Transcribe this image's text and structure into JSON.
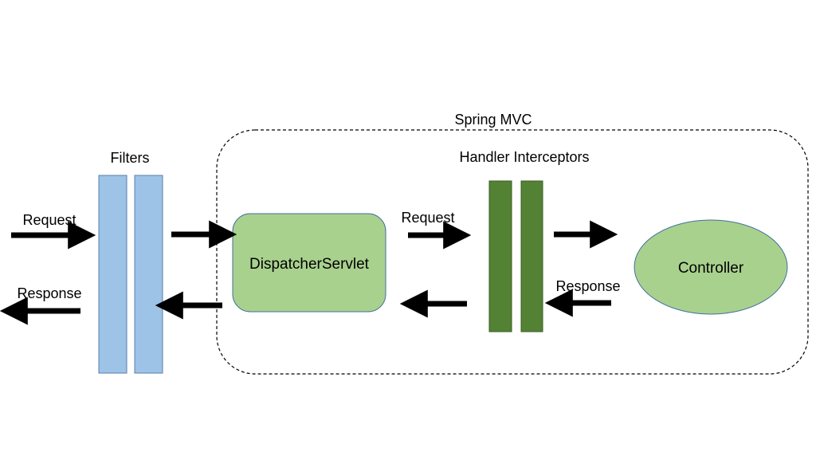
{
  "colors": {
    "filter_fill": "#9dc3e6",
    "filter_stroke": "#5b7fa8",
    "interceptor_fill": "#548235",
    "interceptor_stroke": "#3a5c23",
    "node_fill": "#a9d18e",
    "node_stroke": "#41719c",
    "arrow": "#000000",
    "boundary": "#000000"
  },
  "spring_mvc": {
    "title": "Spring MVC"
  },
  "filters": {
    "label": "Filters"
  },
  "interceptors": {
    "label": "Handler Interceptors"
  },
  "dispatcher": {
    "label": "DispatcherServlet"
  },
  "controller": {
    "label": "Controller"
  },
  "arrows": {
    "client_request": "Request",
    "client_response": "Response",
    "inner_request": "Request",
    "inner_response": "Response"
  }
}
